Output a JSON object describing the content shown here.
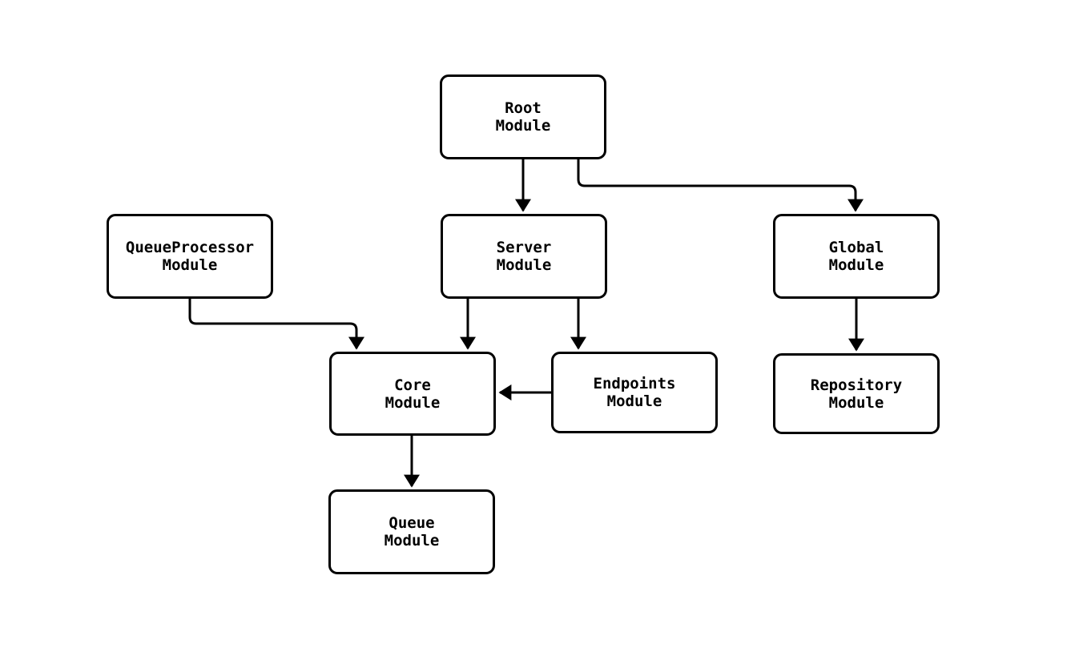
{
  "diagram": {
    "nodes": {
      "root": {
        "label": "Root\nModule"
      },
      "queueprocessor": {
        "label": "QueueProcessor\nModule"
      },
      "server": {
        "label": "Server\nModule"
      },
      "global": {
        "label": "Global\nModule"
      },
      "core": {
        "label": "Core\nModule"
      },
      "endpoints": {
        "label": "Endpoints\nModule"
      },
      "repository": {
        "label": "Repository\nModule"
      },
      "queue": {
        "label": "Queue\nModule"
      }
    },
    "edges": [
      {
        "from": "Root Module",
        "to": "Server Module"
      },
      {
        "from": "Root Module",
        "to": "Global Module"
      },
      {
        "from": "QueueProcessor Module",
        "to": "Core Module"
      },
      {
        "from": "Server Module",
        "to": "Core Module"
      },
      {
        "from": "Server Module",
        "to": "Endpoints Module"
      },
      {
        "from": "Endpoints Module",
        "to": "Core Module"
      },
      {
        "from": "Global Module",
        "to": "Repository Module"
      },
      {
        "from": "Core Module",
        "to": "Queue Module"
      }
    ],
    "colors": {
      "background": "#ffffff",
      "node_fill": "#ffffff",
      "stroke": "#000000",
      "text": "#000000"
    }
  }
}
